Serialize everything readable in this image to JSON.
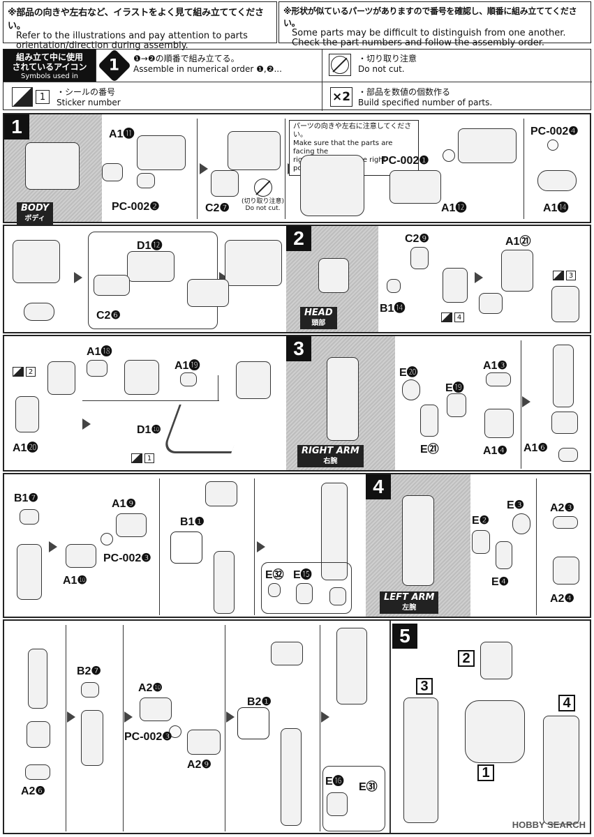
{
  "header": {
    "left_jp": "※部品の向きや左右など、イラストをよく見て組み立ててください。",
    "left_en_1": "Refer to the illustrations and pay attention to parts",
    "left_en_2": "orientation/direction during assembly.",
    "right_jp": "※形状が似ているパーツがありますので番号を確認し、順番に組み立ててください。",
    "right_en_1": "Some parts may be difficult to distinguish from one another.",
    "right_en_2": "Check the part numbers and follow the assembly order."
  },
  "legend": {
    "title_jp_1": "組み立て中に使用",
    "title_jp_2": "されているアイコン",
    "title_en": "Symbols used in instructions",
    "order_badge": "1",
    "order_jp": "❶→❷の順番で組み立てる。",
    "order_en": "Assemble in numerical order ❶,❷...",
    "nocut_jp": "・切り取り注意",
    "nocut_en": "Do not cut.",
    "sticker_num": "1",
    "sticker_jp": "・シールの番号",
    "sticker_en": "Sticker number",
    "build_badge": "×2",
    "build_jp": "・部品を数値の個数作る",
    "build_en": "Build specified number of parts."
  },
  "steps": {
    "s1": "1",
    "s2": "2",
    "s3": "3",
    "s4": "4",
    "s5": "5"
  },
  "sections": {
    "body_en": "BODY",
    "body_jp": "ボディ",
    "head_en": "HEAD",
    "head_jp": "頭部",
    "rarm_en": "RIGHT ARM",
    "rarm_jp": "右腕",
    "larm_en": "LEFT ARM",
    "larm_jp": "左腕"
  },
  "callouts": {
    "facing_jp": "パーツの向きや左右に注意してください。",
    "facing_en_1": "Make sure that the parts are facing the",
    "facing_en_2": "right ways and in the right positions.",
    "nocut_jp": "(切り取り注意)",
    "nocut_en": "Do not cut."
  },
  "parts": {
    "p1": "A1⓫",
    "p2": "PC-002❷",
    "p3": "C2❼",
    "p4": "PC-002❶",
    "p5": "A1⓬",
    "p6": "PC-002❹",
    "p7": "A1⓮",
    "p8": "D1⓬",
    "p9": "C2❻",
    "p10": "C2❾",
    "p11": "B1⓮",
    "p12": "A1㉑",
    "p13": "A1⓲",
    "p14": "A1⓳",
    "p15": "A1⓴",
    "p16": "D1❿",
    "p17": "E⓴",
    "p18": "E⓳",
    "p19": "E㉑",
    "p20": "A1❸",
    "p21": "A1❹",
    "p22": "A1❻",
    "p23": "B1❼",
    "p24": "A1❾",
    "p25": "PC-002❸",
    "p26": "A1❿",
    "p27": "B1❶",
    "p28": "E㉜",
    "p29": "E⓯",
    "p30": "E❷",
    "p31": "E❸",
    "p32": "E❹",
    "p33": "A2❸",
    "p34": "A2❹",
    "p35": "B2❼",
    "p36": "A2❿",
    "p37": "PC-002❸",
    "p38": "A2❾",
    "p39": "A2❻",
    "p40": "B2❶",
    "p41": "E⓰",
    "p42": "E㉛"
  },
  "stickers": {
    "st3": "3",
    "st4": "4",
    "st2": "2",
    "st1": "1"
  },
  "step5_labels": {
    "a": "2",
    "b": "3",
    "c": "4",
    "d": "1"
  },
  "footer": "HOBBY SEARCH"
}
